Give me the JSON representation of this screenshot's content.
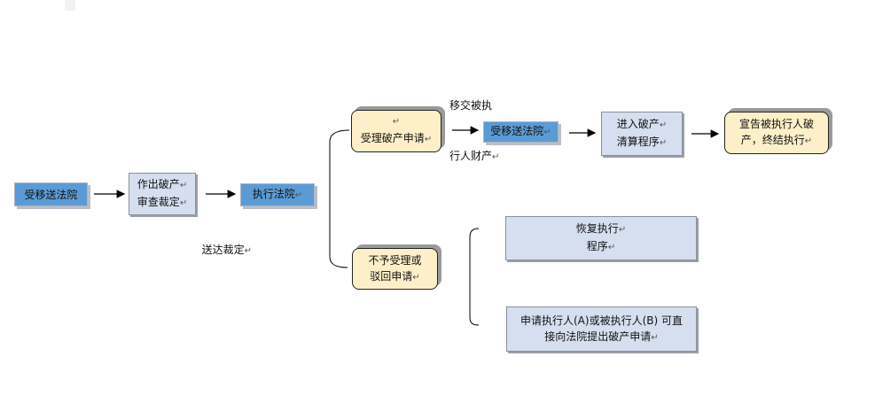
{
  "nodes": {
    "court_receive_1": "受移送法院",
    "bankruptcy_review": [
      "作出破产",
      "审查裁定"
    ],
    "exec_court": "执行法院",
    "accept_application": [
      "受理破产申请"
    ],
    "court_receive_2": "受移送法院",
    "liquidation": [
      "进入破产",
      "清算程序"
    ],
    "declare_bankruptcy": [
      "宣告被执行人破",
      "产，终结执行"
    ],
    "reject_application": [
      "不予受理或",
      "驳回申请"
    ],
    "resume_execution": [
      "恢复执行",
      "程序"
    ],
    "direct_apply": [
      "申请执行人(A)或被执行人(B)  可直",
      "接向法院提出破产申请"
    ]
  },
  "labels": {
    "deliver_ruling": "送达裁定",
    "transfer_property": [
      "移交被执",
      "行人财产"
    ]
  },
  "mark": "↵"
}
